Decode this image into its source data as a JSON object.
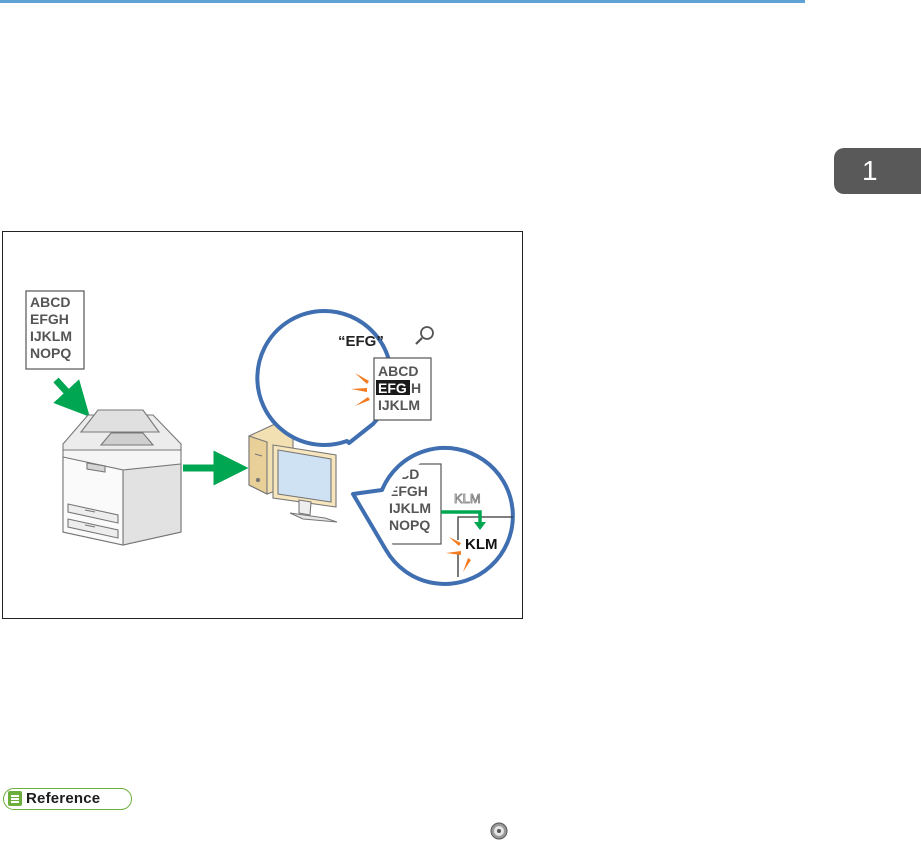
{
  "chapter": {
    "number": "1"
  },
  "figure": {
    "source_doc": {
      "lines": [
        "ABCD",
        "EFGH",
        "IJKLM",
        "NOPQ"
      ]
    },
    "search_bubble": {
      "query": "“EFG”",
      "doc_line1": "ABCD",
      "highlight": "EFG",
      "highlight_tail": "H",
      "doc_line3": "IJKLM"
    },
    "copy_bubble": {
      "lines": [
        "BCD",
        "EFGH",
        "IJKLM",
        "NOPQ"
      ],
      "faded_text": "KLM",
      "pasted_text": "KLM"
    },
    "colors": {
      "arrow": "#00a651",
      "bubble": "#3f6fb0",
      "spark": "#f47a20"
    }
  },
  "reference": {
    "label": "Reference"
  }
}
